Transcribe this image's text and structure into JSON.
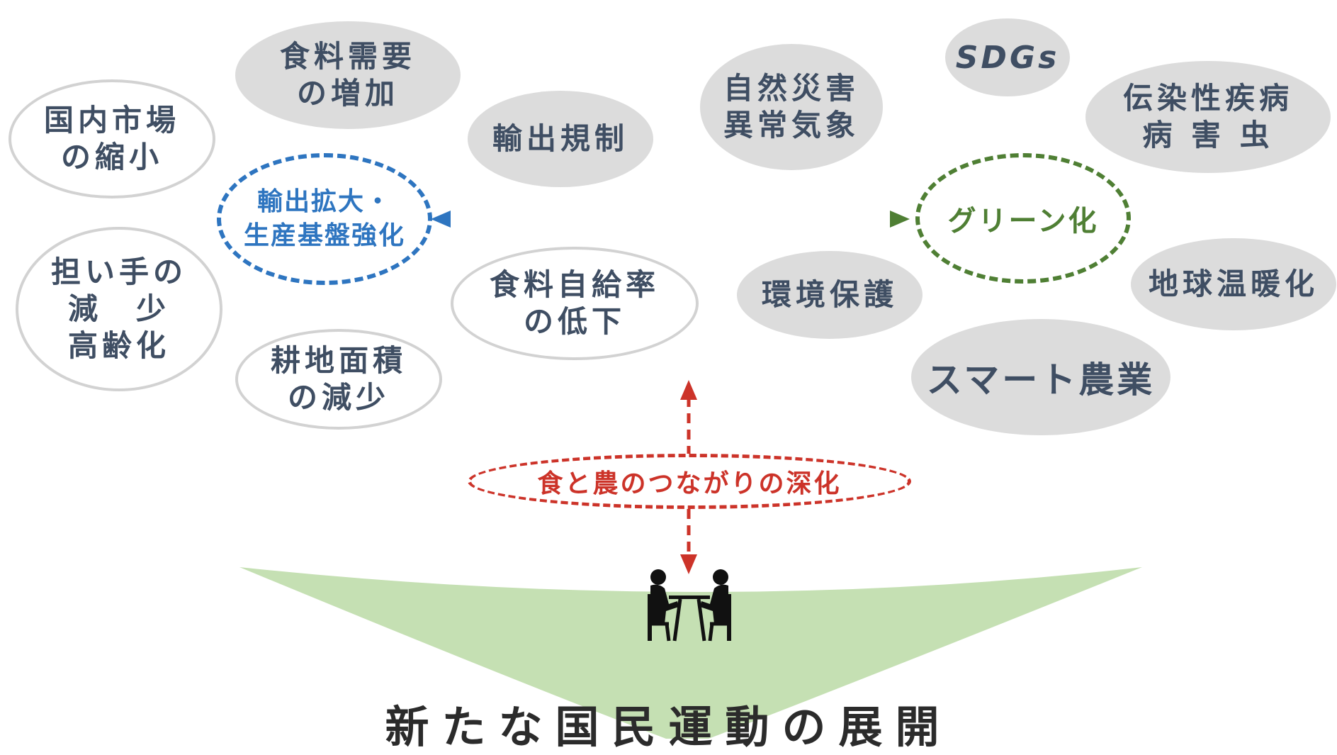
{
  "concerns_left": {
    "food_demand": "食料需要\nの増加",
    "domestic_market": "国内市場\nの縮小",
    "export_regulation": "輸出規制",
    "workers": "担い手の\n減　少\n高齢化",
    "farmland": "耕地面積\nの減少",
    "self_sufficiency": "食料自給率\nの低下"
  },
  "concerns_right": {
    "disaster": "自然災害\n異常気象",
    "sdgs": "SDGs",
    "disease": "伝染性疾病\n病 害 虫",
    "environment": "環境保護",
    "global_warming": "地球温暖化",
    "smart_agri": "スマート農業"
  },
  "goals": {
    "export": "輸出拡大・\n生産基盤強化",
    "green": "グリーン化",
    "connection": "食と農のつながりの深化"
  },
  "footer": {
    "title": "新たな国民運動の展開"
  },
  "colors": {
    "blue": "#2e75c0",
    "green": "#4f7f34",
    "red": "#cc3329",
    "gray_fill": "#dcdcdc",
    "base_fill": "#c5e0b3"
  },
  "icons": {
    "people": "people-at-table-icon"
  }
}
